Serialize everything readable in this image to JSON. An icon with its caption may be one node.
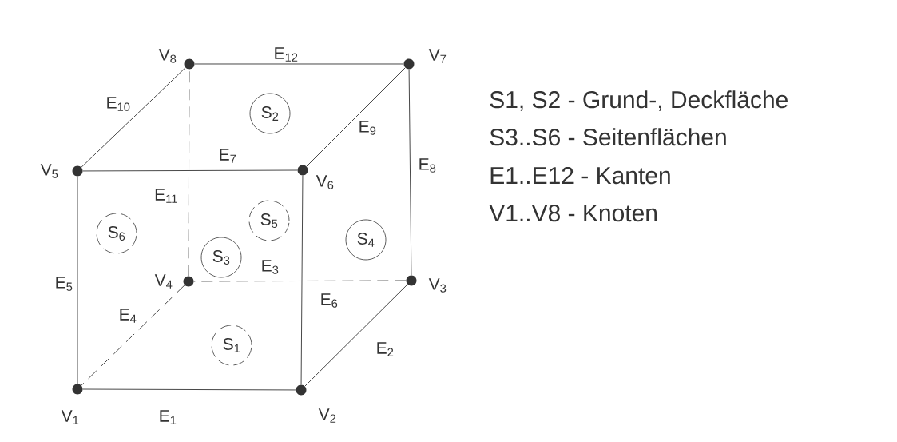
{
  "diagram": {
    "nodes": [
      {
        "text": [],
        "shape": "circle",
        "beside": [
          "V$_{1}$"
        ]
      },
      {
        "text": [],
        "shape": "circle",
        "beside": [
          "V$_{2}$"
        ]
      },
      {
        "text": [],
        "shape": "circle",
        "beside": [
          "V$_{3}$"
        ]
      },
      {
        "text": [],
        "shape": "circle",
        "beside": [
          "V$_{4}$"
        ]
      },
      {
        "text": [],
        "shape": "circle",
        "beside": [
          "V$_{5}$"
        ]
      },
      {
        "text": [],
        "shape": "circle",
        "beside": [
          "V$_{6}$"
        ]
      },
      {
        "text": [],
        "shape": "circle",
        "beside": [
          "V$_{7}$"
        ]
      },
      {
        "text": [],
        "shape": "circle",
        "beside": [
          "V$_{8}$"
        ]
      },
      {
        "text": [
          "S$_{1}$"
        ]
      },
      {
        "text": [
          "S$_{2}$"
        ]
      },
      {
        "text": [
          "S$_{3}$"
        ]
      },
      {
        "text": [
          "S$_{4}$"
        ]
      },
      {
        "text": [
          "S$_{5}$"
        ]
      },
      {
        "text": [
          "S$_{6}$"
        ]
      }
    ],
    "edges": [
      {
        "from": 0,
        "to": 1,
        "arrow": "none",
        "label": "E$_{1}$"
      },
      {
        "from": 1,
        "to": 2,
        "arrow": "none",
        "label": "E$_{2}$"
      },
      {
        "from": 2,
        "to": 3,
        "arrow": "none",
        "label": "E$_{3}$",
        "style": "dashed"
      },
      {
        "from": 3,
        "to": 0,
        "arrow": "none",
        "label": "E$_{4}$",
        "style": "dashed"
      },
      {
        "from": 0,
        "to": 4,
        "arrow": "none",
        "label": "E$_{5}$"
      },
      {
        "from": 1,
        "to": 5,
        "arrow": "none",
        "label": "E$_{6}$"
      },
      {
        "from": 4,
        "to": 5,
        "arrow": "none",
        "label": "E$_{7}$"
      },
      {
        "from": 2,
        "to": 6,
        "arrow": "none",
        "label": "E$_{8}$"
      },
      {
        "from": 5,
        "to": 6,
        "arrow": "none",
        "label": "E$_{9}$"
      },
      {
        "from": 7,
        "to": 4,
        "arrow": "none",
        "label": "E$_{10}$"
      },
      {
        "from": 3,
        "to": 7,
        "arrow": "none",
        "label": "E$_{11}$",
        "style": "dashed"
      },
      {
        "from": 7,
        "to": 6,
        "arrow": "none",
        "label": "E$_{12}$"
      }
    ],
    "labels": [
      "S1, S2 - Grund-, Deckfläche",
      "S3..S6 - Seitenflächen",
      "E1..E12 - Kanten",
      "V1..V8 - Knoten"
    ]
  }
}
